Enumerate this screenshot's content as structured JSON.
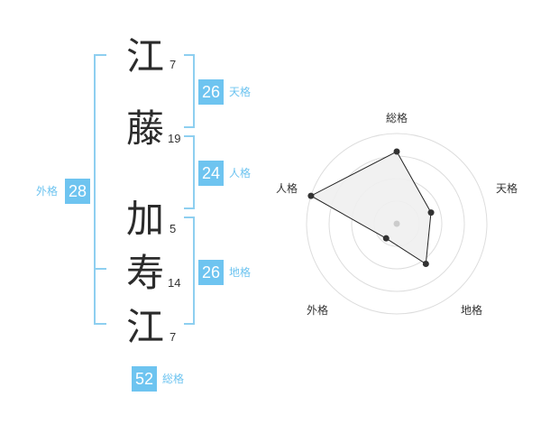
{
  "name_chars": [
    {
      "char": "江",
      "strokes": "7"
    },
    {
      "char": "藤",
      "strokes": "19"
    },
    {
      "char": "加",
      "strokes": "5"
    },
    {
      "char": "寿",
      "strokes": "14"
    },
    {
      "char": "江",
      "strokes": "7"
    }
  ],
  "kaku": {
    "tenkaku": {
      "value": "26",
      "label": "天格"
    },
    "jinkaku": {
      "value": "24",
      "label": "人格"
    },
    "chikaku": {
      "value": "26",
      "label": "地格"
    },
    "gaikaku": {
      "value": "28",
      "label": "外格"
    },
    "soukaku": {
      "value": "52",
      "label": "総格"
    }
  },
  "colors": {
    "accent": "#6ec4f0",
    "bracket": "#8ecff0"
  },
  "chart_data": {
    "type": "radar",
    "axes": [
      "総格",
      "天格",
      "地格",
      "外格",
      "人格"
    ],
    "values": [
      0.8,
      0.4,
      0.55,
      0.2,
      1.0
    ],
    "range": [
      0,
      1
    ],
    "rings": 4
  }
}
